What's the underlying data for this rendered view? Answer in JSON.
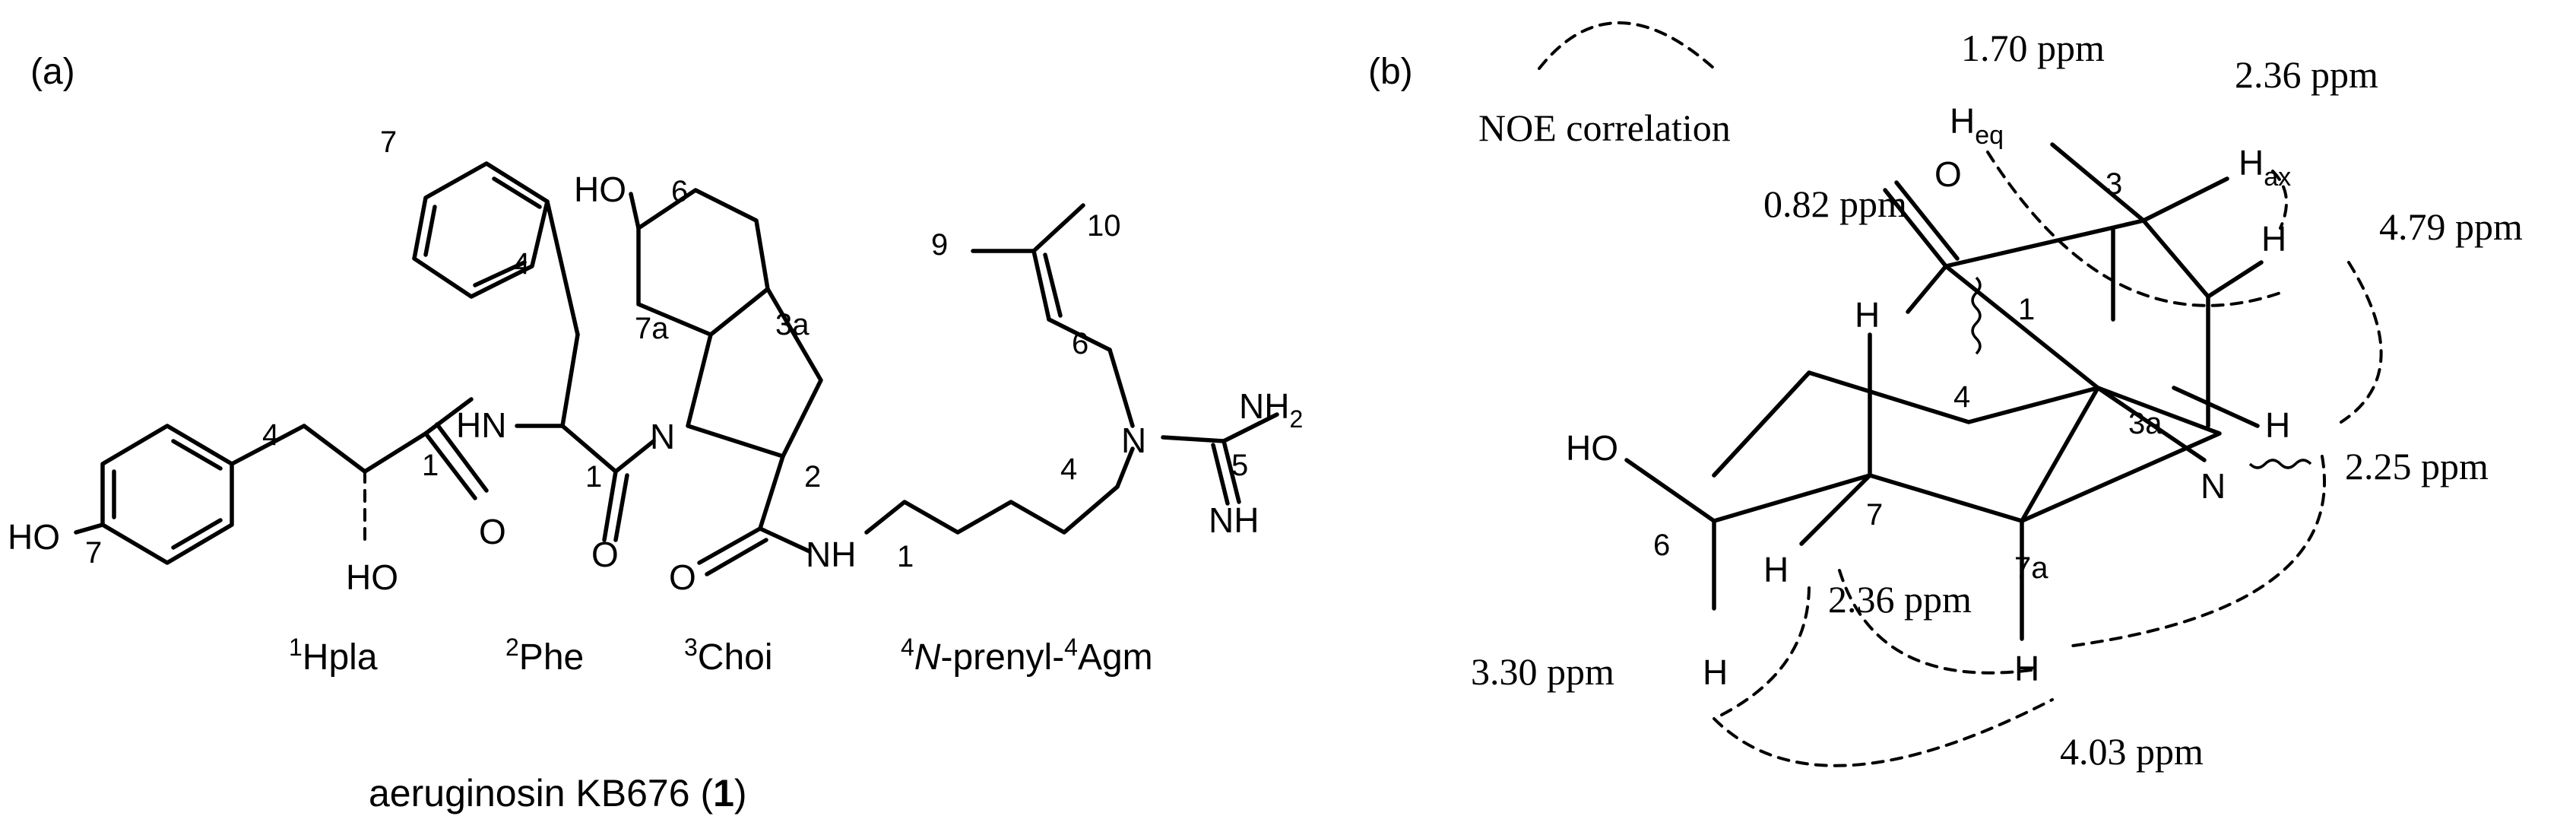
{
  "panel_a": {
    "label": "(a)",
    "compound_name": "aeruginosin KB676",
    "compound_number": "1",
    "residues": {
      "hpla_sup": "1",
      "hpla": "Hpla",
      "phe_sup": "2",
      "phe": "Phe",
      "choi_sup": "3",
      "choi": "Choi",
      "agm_sup1": "4",
      "agm_n": "N",
      "agm_mid": "-prenyl-",
      "agm_sup2": "4",
      "agm": "Agm"
    },
    "atoms": {
      "hpla_ho": "HO",
      "hpla_c7": "7",
      "hpla_c4": "4",
      "hpla_c1": "1",
      "hpla_o": "O",
      "hpla_oh": "HO",
      "phe_c7": "7",
      "phe_c4": "4",
      "phe_hn": "HN",
      "phe_c1": "1",
      "phe_o": "O",
      "choi_ho": "HO",
      "choi_c6": "6",
      "choi_c7a": "7a",
      "choi_c3a": "3a",
      "choi_n": "N",
      "choi_c2": "2",
      "choi_o": "O",
      "choi_nh": "NH",
      "agm_c1": "1",
      "agm_c4": "4",
      "agm_n": "N",
      "agm_c6": "6",
      "agm_c9": "9",
      "agm_c10": "10",
      "agm_nh2": "NH",
      "agm_nh2_sub": "2",
      "agm_c5": "5",
      "agm_nh": "NH"
    }
  },
  "panel_b": {
    "label": "(b)",
    "legend": "NOE correlation",
    "shifts": {
      "h3eq": "1.70 ppm",
      "h3ax": "2.36 ppm",
      "h2": "4.79 ppm",
      "h7a_top": "0.82 ppm",
      "h5": "2.25 ppm",
      "h7": "2.36 ppm",
      "h6": "3.30 ppm",
      "h7a": "4.03 ppm"
    },
    "atoms": {
      "h_eq": "H",
      "h_eq_sub": "eq",
      "h_ax": "H",
      "h_ax_sub": "ax",
      "c3": "3",
      "o": "O",
      "h_right": "H",
      "c1": "1",
      "h_left": "H",
      "c4": "4",
      "c3a": "3a",
      "h_n": "H",
      "ho": "HO",
      "n": "N",
      "c7": "7",
      "c6": "6",
      "h7": "H",
      "c7a": "7a",
      "h6": "H",
      "h7a": "H"
    }
  }
}
